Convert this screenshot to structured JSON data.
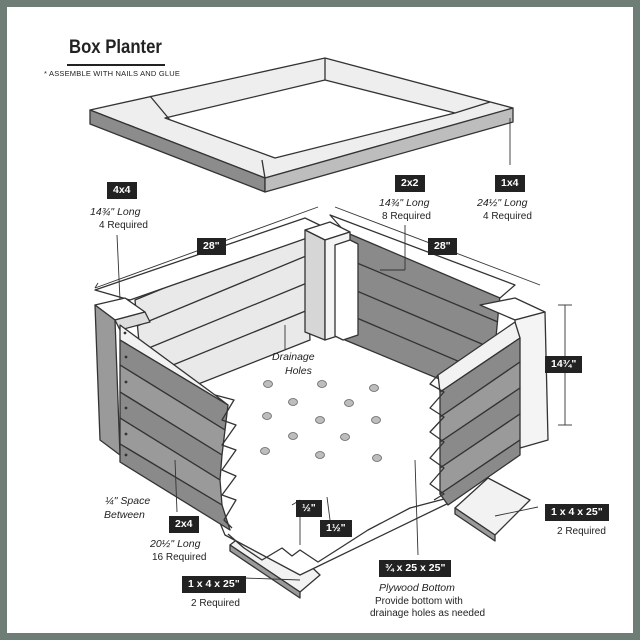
{
  "title": "Box Planter",
  "subtitle": "* ASSEMBLE WITH NAILS AND GLUE",
  "dimensions": {
    "width_left": "28\"",
    "width_right": "28\"",
    "height": "14¾\""
  },
  "parts": {
    "post": {
      "tag": "4x4",
      "length": "14¾\" Long",
      "qty": "4 Required"
    },
    "cleat": {
      "tag": "2x2",
      "length": "14¾\" Long",
      "qty": "8 Required"
    },
    "cap": {
      "tag": "1x4",
      "length": "24½\" Long",
      "qty": "4 Required"
    },
    "board": {
      "tag": "2x4",
      "length": "20½\" Long",
      "qty": "16 Required"
    },
    "runner_left": {
      "tag": "1 x 4 x 25\"",
      "qty": "2 Required"
    },
    "runner_right": {
      "tag": "1 x 4 x 25\"",
      "qty": "2 Required"
    },
    "plywood": {
      "tag": "¾ x 25 x 25\"",
      "name": "Plywood Bottom",
      "note_line1": "Provide bottom with",
      "note_line2": "drainage holes as needed"
    }
  },
  "annotations": {
    "drainage_line1": "Drainage",
    "drainage_line2": "Holes",
    "space_line1": "¼\" Space",
    "space_line2": "Between",
    "gap_half": "½\"",
    "gap_oneandhalf": "1½\""
  }
}
